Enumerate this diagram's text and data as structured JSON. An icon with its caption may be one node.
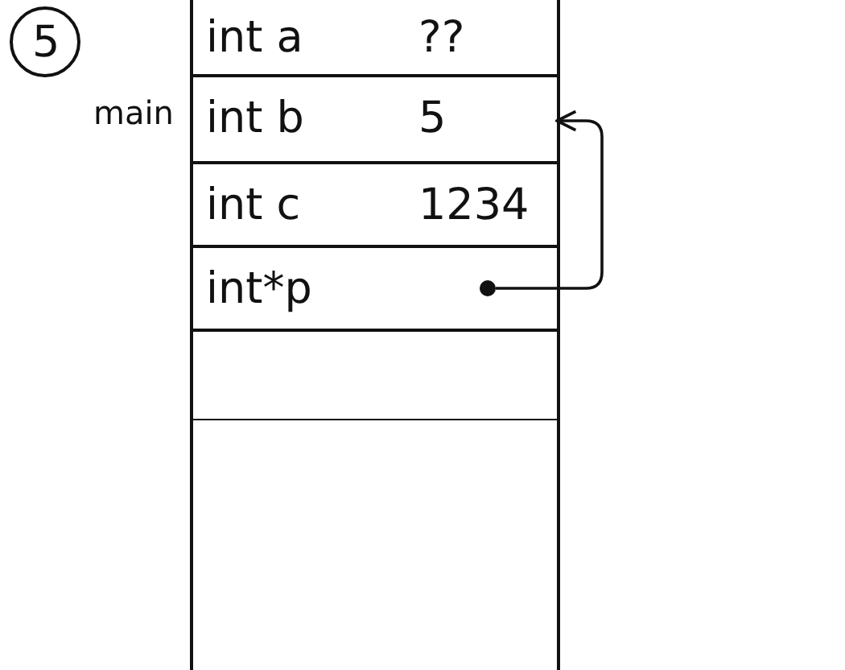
{
  "diagram": {
    "nodes": [
      {
        "text": [
          "5"
        ]
      },
      {
        "text": [],
        "shape": "box",
        "beside": [
          "main"
        ]
      },
      {
        "text": [
          "int a",
          "??"
        ],
        "in": 1
      },
      {
        "text": [
          "int b",
          "5"
        ],
        "in": 1
      },
      {
        "text": [
          "int c",
          "1234"
        ],
        "in": 1
      },
      {
        "text": [
          "int*p"
        ],
        "in": 1
      },
      {
        "text": [],
        "shape": "circle",
        "in": 5
      }
    ],
    "edges": [
      {
        "from": 6,
        "to": 3,
        "arrow": "to"
      }
    ]
  }
}
